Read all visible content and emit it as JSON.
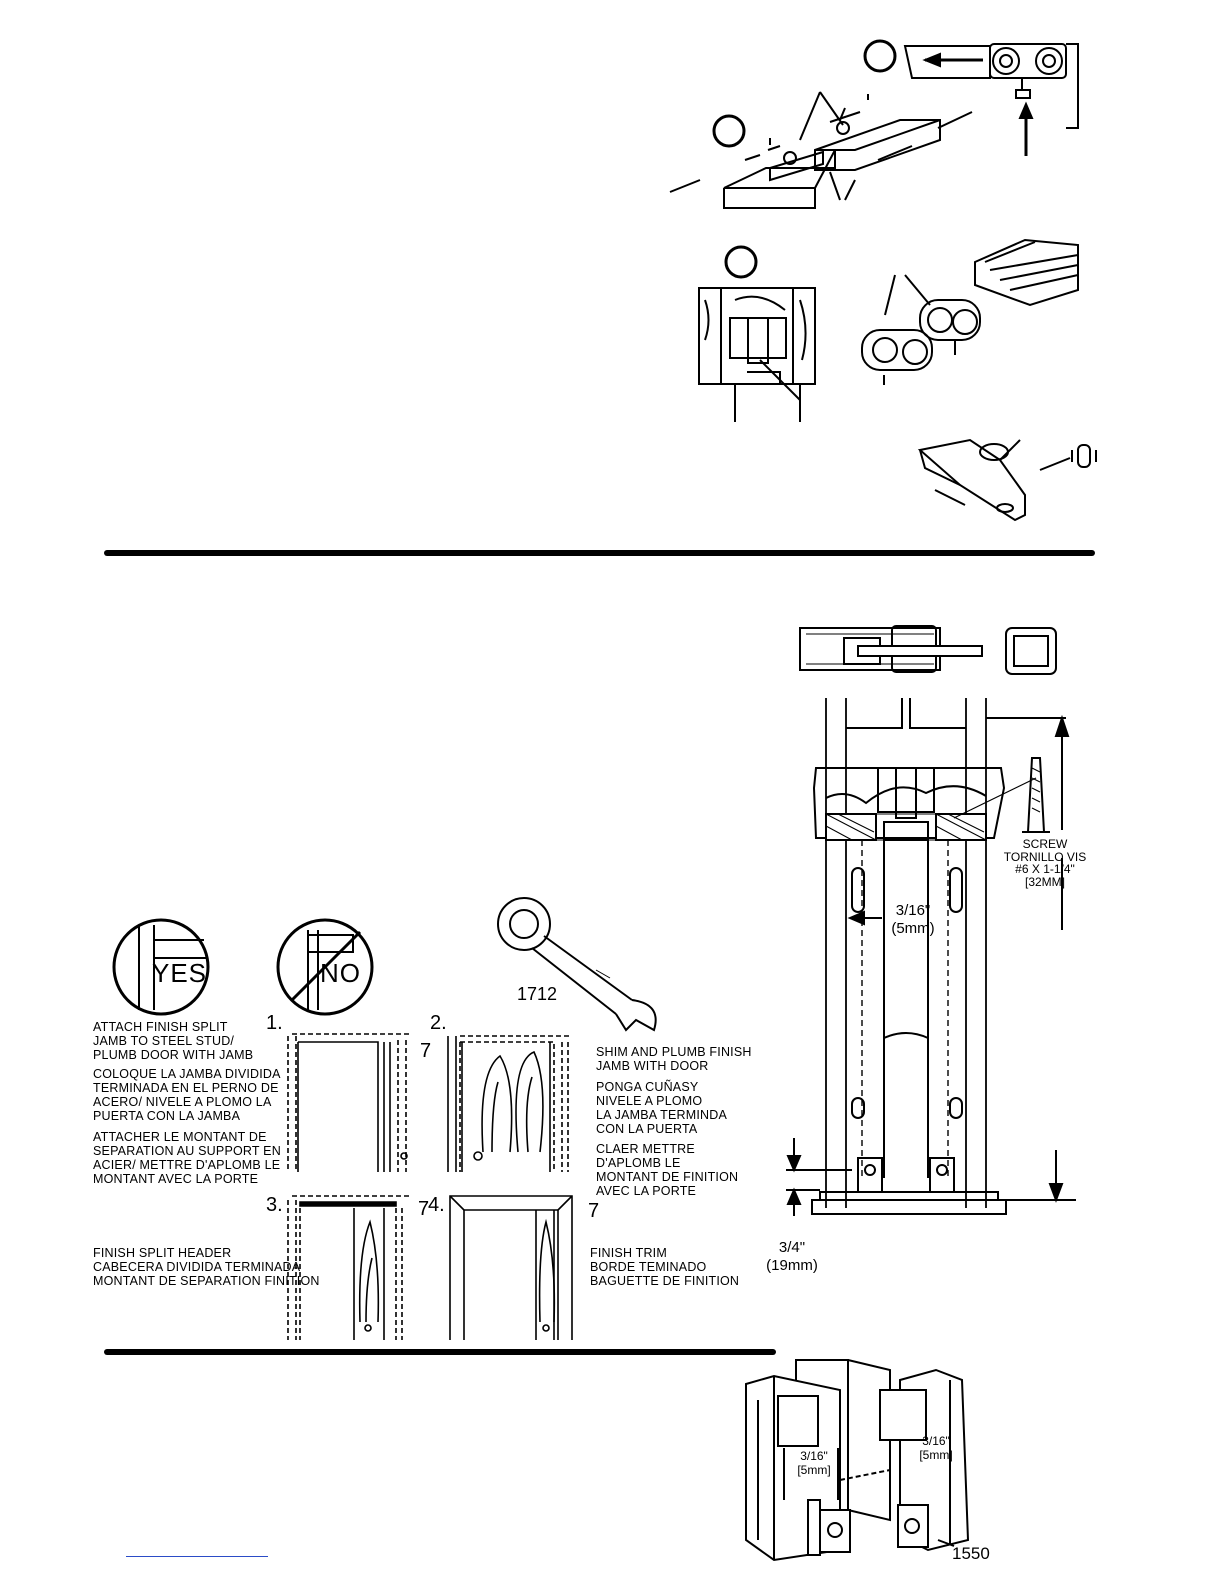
{
  "top_figure": {
    "circle_markers": [
      "",
      "",
      ""
    ]
  },
  "plate_figure": {},
  "section2": {
    "yes_label": "YES",
    "no_label": "NO",
    "wrench_part": "1712",
    "steps": [
      {
        "number": "1.",
        "dim": "7"
      },
      {
        "number": "2.",
        "dim": ""
      },
      {
        "number": "3.",
        "dim": "7"
      },
      {
        "number": "4.",
        "dim": "7"
      }
    ],
    "step1_text": {
      "en": "ATTACH FINISH SPLIT\nJAMB TO STEEL STUD/\nPLUMB DOOR WITH JAMB",
      "es": "COLOQUE LA JAMBA DIVIDIDA\nTERMINADA EN EL PERNO DE\nACERO/ NIVELE A PLOMO LA\nPUERTA CON LA JAMBA",
      "fr": "ATTACHER LE MONTANT DE\nSEPARATION AU SUPPORT EN\nACIER/ METTRE D'APLOMB LE\nMONTANT AVEC LA PORTE"
    },
    "step2_text": {
      "en": "SHIM AND PLUMB FINISH\nJAMB WITH DOOR",
      "es": "PONGA CUÑASY\nNIVELE A PLOMO\nLA JAMBA TERMINDA\nCON LA PUERTA",
      "fr": "CLAER METTRE\nD'APLOMB LE\nMONTANT DE FINITION\nAVEC LA PORTE"
    },
    "step3_text": "FINISH SPLIT HEADER\nCABECERA DIVIDIDA TERMINADA\nMONTANT DE SEPARATION FINITION",
    "step4_text": "FINISH TRIM\nBORDE TEMINADO\nBAGUETTE DE FINITION",
    "section_view": {
      "screw_label": "SCREW\nTORNILLO\nVIS\n#6 x 1-1/4\"\n[32mm]",
      "gap_label": "3/16\"\n(5mm)",
      "bottom_label": "3/4\"\n(19mm)"
    }
  },
  "section3": {
    "left_gap": "3/16\"\n[5mm]",
    "right_gap": "3/16\"\n[5mm]",
    "guide_part": "1550"
  }
}
